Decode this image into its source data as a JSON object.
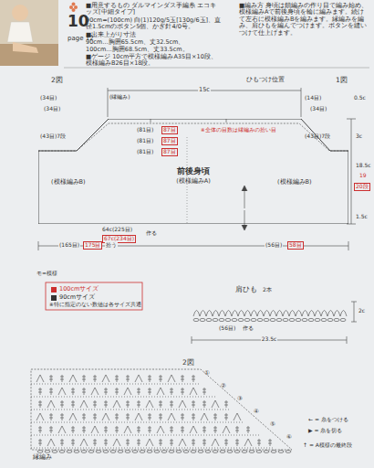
{
  "diagram": {
    "nodes": [
      {
        "text": [
          "前後身頃",
          "(模様編みA)"
        ]
      }
    ],
    "labels": [
      "10",
      "page 12",
      "■用意するもの ダルマインダス手編糸 エコキッズ[中細タイプ]",
      "90cm=(100cm) 白(1)120g/5玉[130g/6玉]、直径1.5cmのボタン5個、かぎ針4/0号。",
      "■出来上がり寸法",
      "90cm…胸囲65.5cm、丈32.5cm、",
      "100cm…胸囲68.5cm、丈33.5cm。",
      "■ゲージ 10cm平方で模様編みA35目×10段、模様編みB26目×18段。",
      "■編み方 身頃は鎖編みの作り目で編み始め、模様編みAで前後身頃を輪に編みます。続けて左右に模様編みBを編みます。縁編みを編み、肩ひもを編んでつけます。ボタンを縫いつけて仕上げます。",
      "2図",
      "1図",
      "(縁編み)",
      "15c",
      "ひもつけ位置",
      "(34目)",
      "(34目)",
      "(43目)7段",
      "(14目)",
      "(34目)",
      "(43目)7段",
      "0.5c",
      "3c",
      "(81目)",
      "87目",
      "(81目)",
      "87目",
      "(81目)",
      "87目",
      "※全体の目数は縁編みの拾い目",
      "(模様編みB)",
      "(模様編みB)",
      "18.5c",
      "19",
      "20段",
      "1.5c",
      "64c(225目)",
      "67c(234目)",
      "作る",
      "(165目)",
      "175目",
      "拾う",
      "(56目)",
      "58目",
      "モ=模様",
      "※特に指定のない数値は各サイズ共通",
      "肩ひも",
      "2本",
      "(56目)",
      "作る",
      "23.5c",
      "2c",
      "2図",
      "①",
      "②",
      "③",
      "④",
      "⑤",
      "⑥",
      "縁編み",
      "← = 糸をつける",
      "▶ = 糸を切る",
      "↑ = A模様の最終段"
    ],
    "legend": [
      {
        "text": "100cmサイズ",
        "color": "#cc2f2f"
      },
      {
        "text": "90cmサイズ",
        "color": "#333333"
      }
    ]
  }
}
